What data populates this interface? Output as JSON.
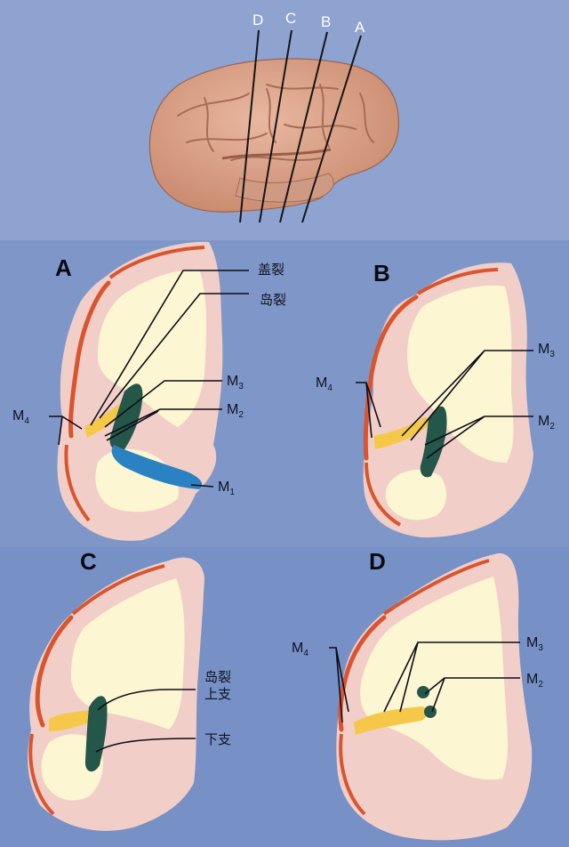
{
  "cut_lines": [
    "D",
    "C",
    "B",
    "A"
  ],
  "panels": {
    "A": {
      "letter": "A",
      "labels": {
        "fissure_top": "盖裂",
        "fissure_insula": "岛裂",
        "m4": "M",
        "m4_sub": "4",
        "m3": "M",
        "m3_sub": "3",
        "m2": "M",
        "m2_sub": "2",
        "m1": "M",
        "m1_sub": "1"
      }
    },
    "B": {
      "letter": "B",
      "labels": {
        "m4": "M",
        "m4_sub": "4",
        "m3": "M",
        "m3_sub": "3",
        "m2": "M",
        "m2_sub": "2"
      }
    },
    "C": {
      "letter": "C",
      "labels": {
        "insula_line1": "岛裂",
        "insula_line2": "上支",
        "lower": "下支"
      }
    },
    "D": {
      "letter": "D",
      "labels": {
        "m4": "M",
        "m4_sub": "4",
        "m3": "M",
        "m3_sub": "3",
        "m2": "M",
        "m2_sub": "2"
      }
    }
  },
  "colors": {
    "background": "#7e95c6",
    "cortex": "#f1cfc8",
    "white_matter": "#fdf6d2",
    "pial_vessel": "#d9552f",
    "m4_vessel": "#f5c84a",
    "m2_m3_vessel": "#24564a",
    "m1_vessel": "#2a82c2",
    "brain_surface": "#d79a82"
  }
}
